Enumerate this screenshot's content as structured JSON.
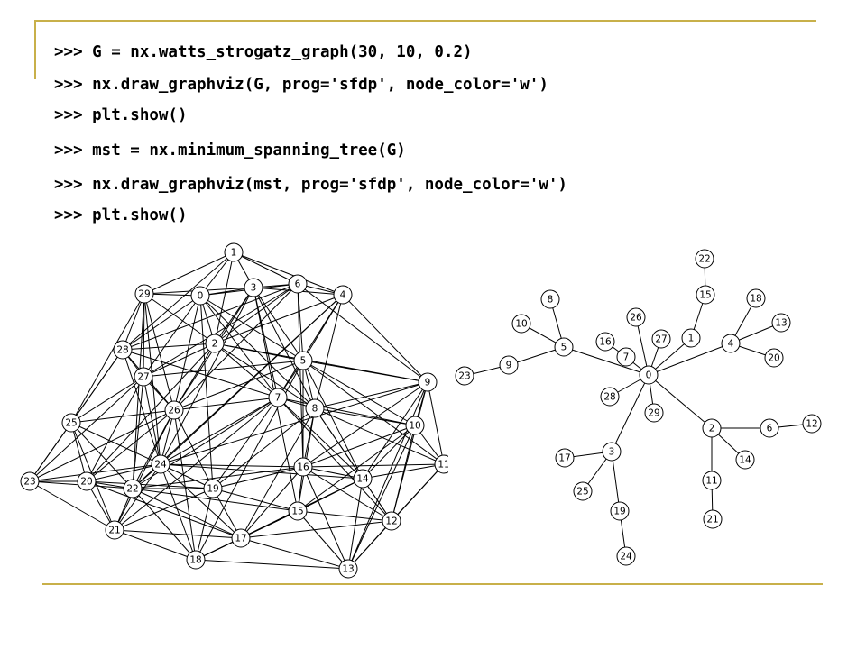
{
  "code_lines": [
    ">>> G = nx.watts_strogatz_graph(30, 10, 0.2)",
    ">>> nx.draw_graphviz(G, prog='sfdp', node_color='w')",
    ">>> plt.show()",
    ">>> mst = nx.minimum_spanning_tree(G)",
    ">>> nx.draw_graphviz(mst, prog='sfdp', node_color='w')",
    ">>> plt.show()"
  ],
  "colors": {
    "rule": "#c8b04a",
    "edge": "#000000",
    "node_fill": "#ffffff"
  },
  "graph_full": {
    "nodes": [
      "0",
      "1",
      "2",
      "3",
      "4",
      "5",
      "6",
      "7",
      "8",
      "9",
      "10",
      "11",
      "12",
      "13",
      "14",
      "15",
      "16",
      "17",
      "18",
      "19",
      "20",
      "21",
      "22",
      "23",
      "24",
      "25",
      "26",
      "27",
      "28",
      "29"
    ]
  },
  "graph_mst": {
    "nodes": [
      "0",
      "1",
      "2",
      "3",
      "4",
      "5",
      "6",
      "7",
      "8",
      "9",
      "10",
      "11",
      "12",
      "13",
      "14",
      "15",
      "16",
      "17",
      "18",
      "19",
      "20",
      "21",
      "22",
      "23",
      "24",
      "25",
      "26",
      "27",
      "28",
      "29"
    ],
    "edges": [
      [
        "0",
        "7"
      ],
      [
        "0",
        "27"
      ],
      [
        "0",
        "26"
      ],
      [
        "0",
        "28"
      ],
      [
        "0",
        "29"
      ],
      [
        "0",
        "1"
      ],
      [
        "0",
        "4"
      ],
      [
        "0",
        "5"
      ],
      [
        "0",
        "2"
      ],
      [
        "0",
        "3"
      ],
      [
        "7",
        "16"
      ],
      [
        "5",
        "8"
      ],
      [
        "5",
        "10"
      ],
      [
        "5",
        "9"
      ],
      [
        "9",
        "23"
      ],
      [
        "1",
        "15"
      ],
      [
        "15",
        "22"
      ],
      [
        "4",
        "18"
      ],
      [
        "4",
        "13"
      ],
      [
        "4",
        "20"
      ],
      [
        "2",
        "6"
      ],
      [
        "6",
        "12"
      ],
      [
        "2",
        "14"
      ],
      [
        "2",
        "11"
      ],
      [
        "11",
        "21"
      ],
      [
        "3",
        "17"
      ],
      [
        "3",
        "25"
      ],
      [
        "3",
        "19"
      ],
      [
        "19",
        "24"
      ]
    ]
  }
}
